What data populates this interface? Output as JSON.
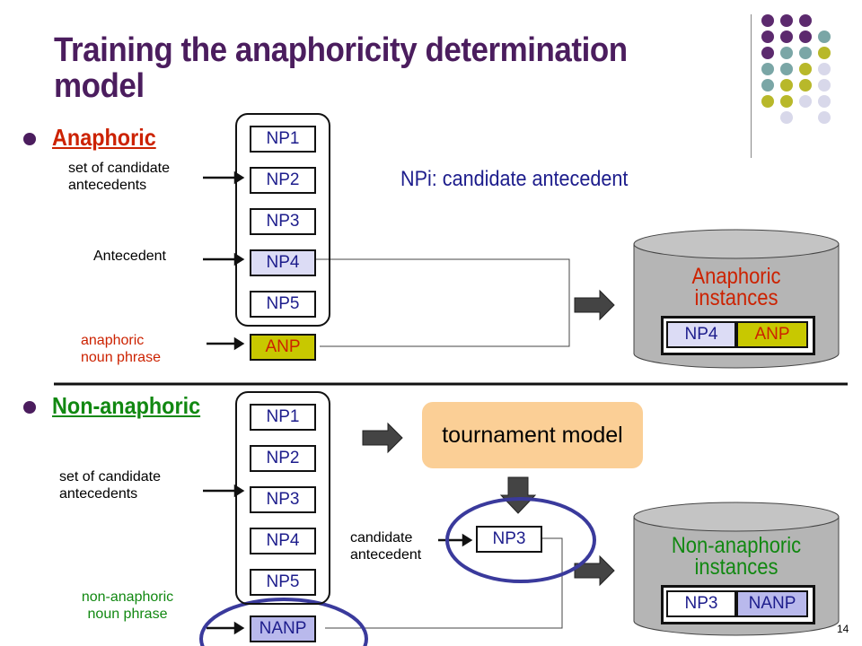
{
  "title": "Training the anaphoricity determination model",
  "page_number": "14",
  "legend_text": "NPi: candidate antecedent",
  "anaphoric": {
    "heading": "Anaphoric",
    "set_label_1": "set of candidate",
    "set_label_2": "antecedents",
    "antecedent_label": "Antecedent",
    "anp_label_1": "anaphoric",
    "anp_label_2": "noun phrase",
    "nps": [
      "NP1",
      "NP2",
      "NP3",
      "NP4",
      "NP5"
    ],
    "anp": "ANP",
    "instances_1": "Anaphoric",
    "instances_2": "instances",
    "pair": [
      "NP4",
      "ANP"
    ]
  },
  "non_anaphoric": {
    "heading": "Non-anaphoric",
    "set_label_1": "set of candidate",
    "set_label_2": "antecedents",
    "nanp_label_1": "non-anaphoric",
    "nanp_label_2": "noun phrase",
    "nps": [
      "NP1",
      "NP2",
      "NP3",
      "NP4",
      "NP5"
    ],
    "nanp": "NANP",
    "tournament": "tournament model",
    "candidate_label_1": "candidate",
    "candidate_label_2": "antecedent",
    "candidate": "NP3",
    "instances_1": "Non-anaphoric",
    "instances_2": "instances",
    "pair": [
      "NP3",
      "NANP"
    ]
  },
  "colors": {
    "title": "#4b1d5e",
    "anaphoric": "#cc2200",
    "non_anaphoric": "#118811",
    "np_text": "#1d1d8c",
    "cylinder": "#b5b5b5",
    "circle": "#3a3a9c",
    "tournament": "#fbcf96"
  }
}
